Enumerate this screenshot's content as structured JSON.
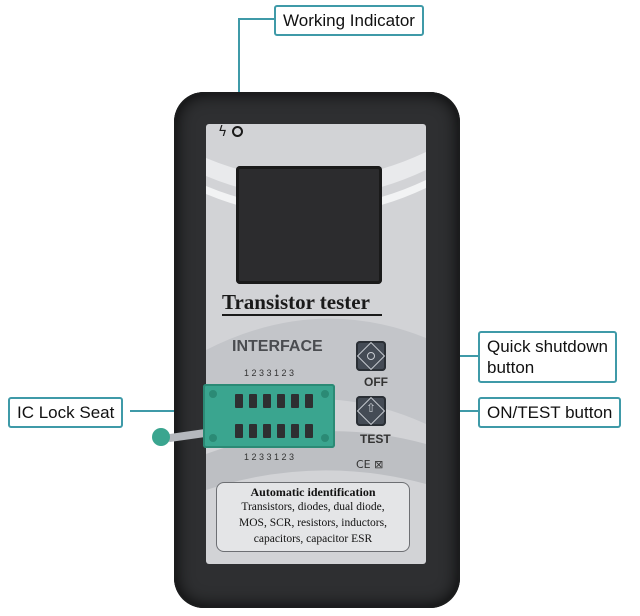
{
  "callouts": {
    "working_indicator": "Working Indicator",
    "quick_shutdown": "Quick shutdown\nbutton",
    "quick_shutdown_line1": "Quick shutdown",
    "quick_shutdown_line2": "button",
    "ic_lock_seat": "IC Lock Seat",
    "on_test": "ON/TEST button"
  },
  "device": {
    "brand_title": "Transistor tester",
    "interface_label": "INTERFACE",
    "pin_numbers_top": "1 2 3 3 1 2 3",
    "pin_numbers_bottom": "1 2 3 3 1 2 3",
    "off_label": "OFF",
    "test_label": "TEST",
    "cert_marks": "CE ⊠",
    "info_title": "Automatic identification",
    "info_lines": [
      "Transistors, diodes, dual diode,",
      "MOS, SCR, resistors, inductors,",
      "capacitors, capacitor ESR"
    ]
  },
  "colors": {
    "accent": "#3f9aa8",
    "device_body": "#2e2f31",
    "panel": "#d2d3d6",
    "zif_socket": "#3aa58f"
  }
}
